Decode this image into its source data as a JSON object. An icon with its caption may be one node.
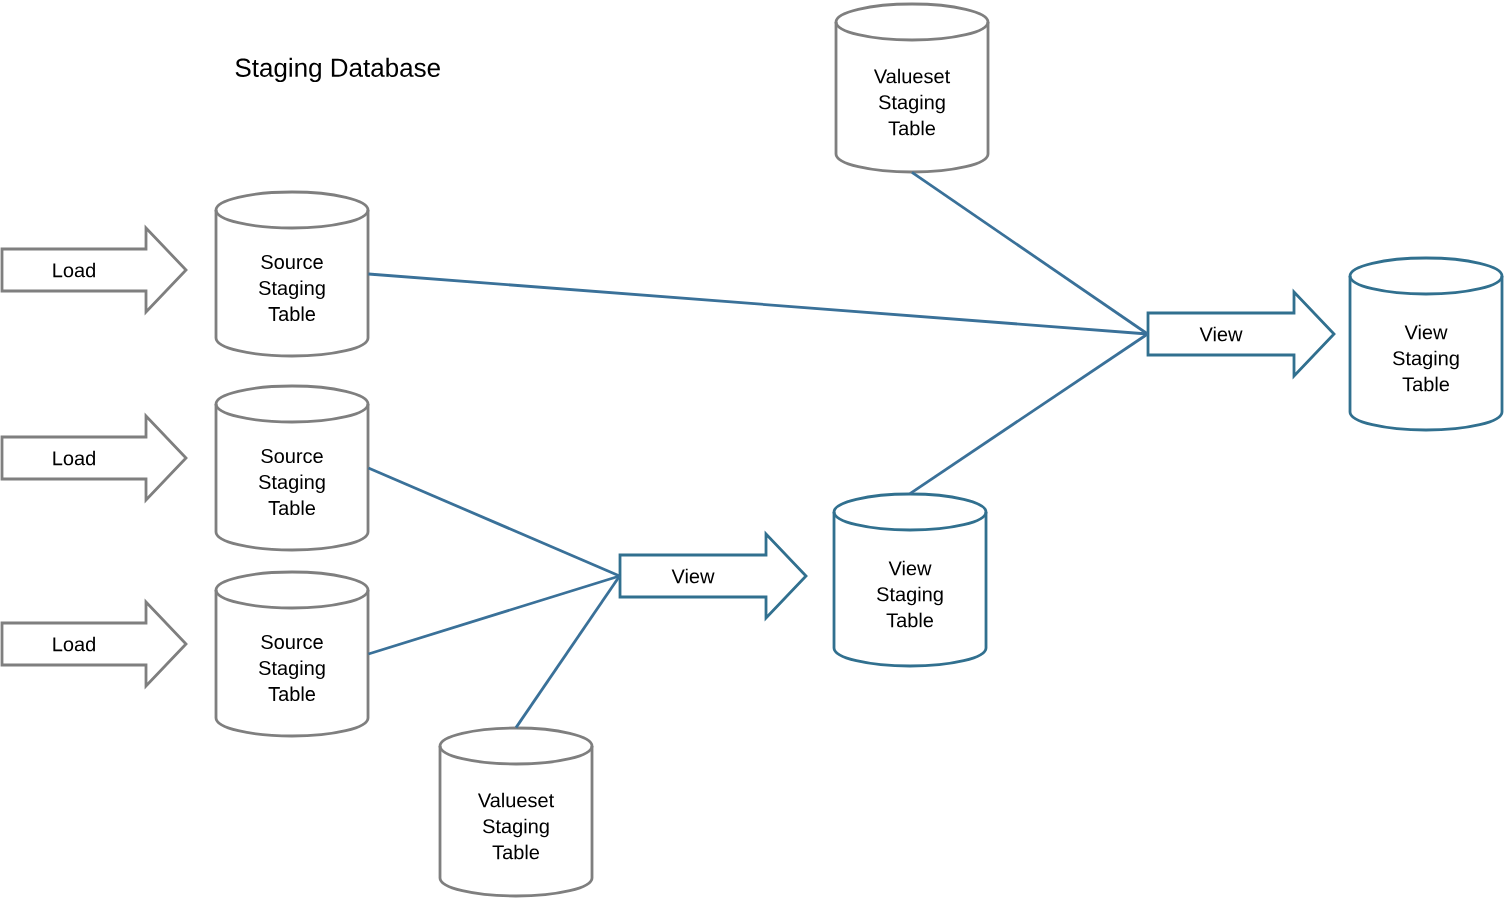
{
  "diagram": {
    "title": "Staging Database",
    "nodes": [
      {
        "text": [
          "Valueset Staging Table"
        ]
      },
      {
        "text": [
          "Load"
        ]
      },
      {
        "text": [
          "Source Staging Table"
        ]
      },
      {
        "text": [
          "View"
        ]
      },
      {
        "text": [
          "View Staging Table"
        ]
      },
      {
        "text": [
          "Load"
        ]
      },
      {
        "text": [
          "Source Staging Table"
        ]
      },
      {
        "text": [
          "View Staging Table"
        ]
      },
      {
        "text": [
          "View"
        ]
      },
      {
        "text": [
          "Load"
        ]
      },
      {
        "text": [
          "Source Staging Table"
        ]
      },
      {
        "text": [
          "Valueset Staging Table"
        ]
      }
    ],
    "edges": [
      {
        "from": 2,
        "to": 3,
        "arrow": "none"
      },
      {
        "from": 0,
        "to": 3,
        "arrow": "none"
      },
      {
        "from": 7,
        "to": 3,
        "arrow": "none"
      },
      {
        "from": 6,
        "to": 8,
        "arrow": "none"
      },
      {
        "from": 10,
        "to": 8,
        "arrow": "none"
      },
      {
        "from": 11,
        "to": 8,
        "arrow": "none"
      }
    ]
  }
}
